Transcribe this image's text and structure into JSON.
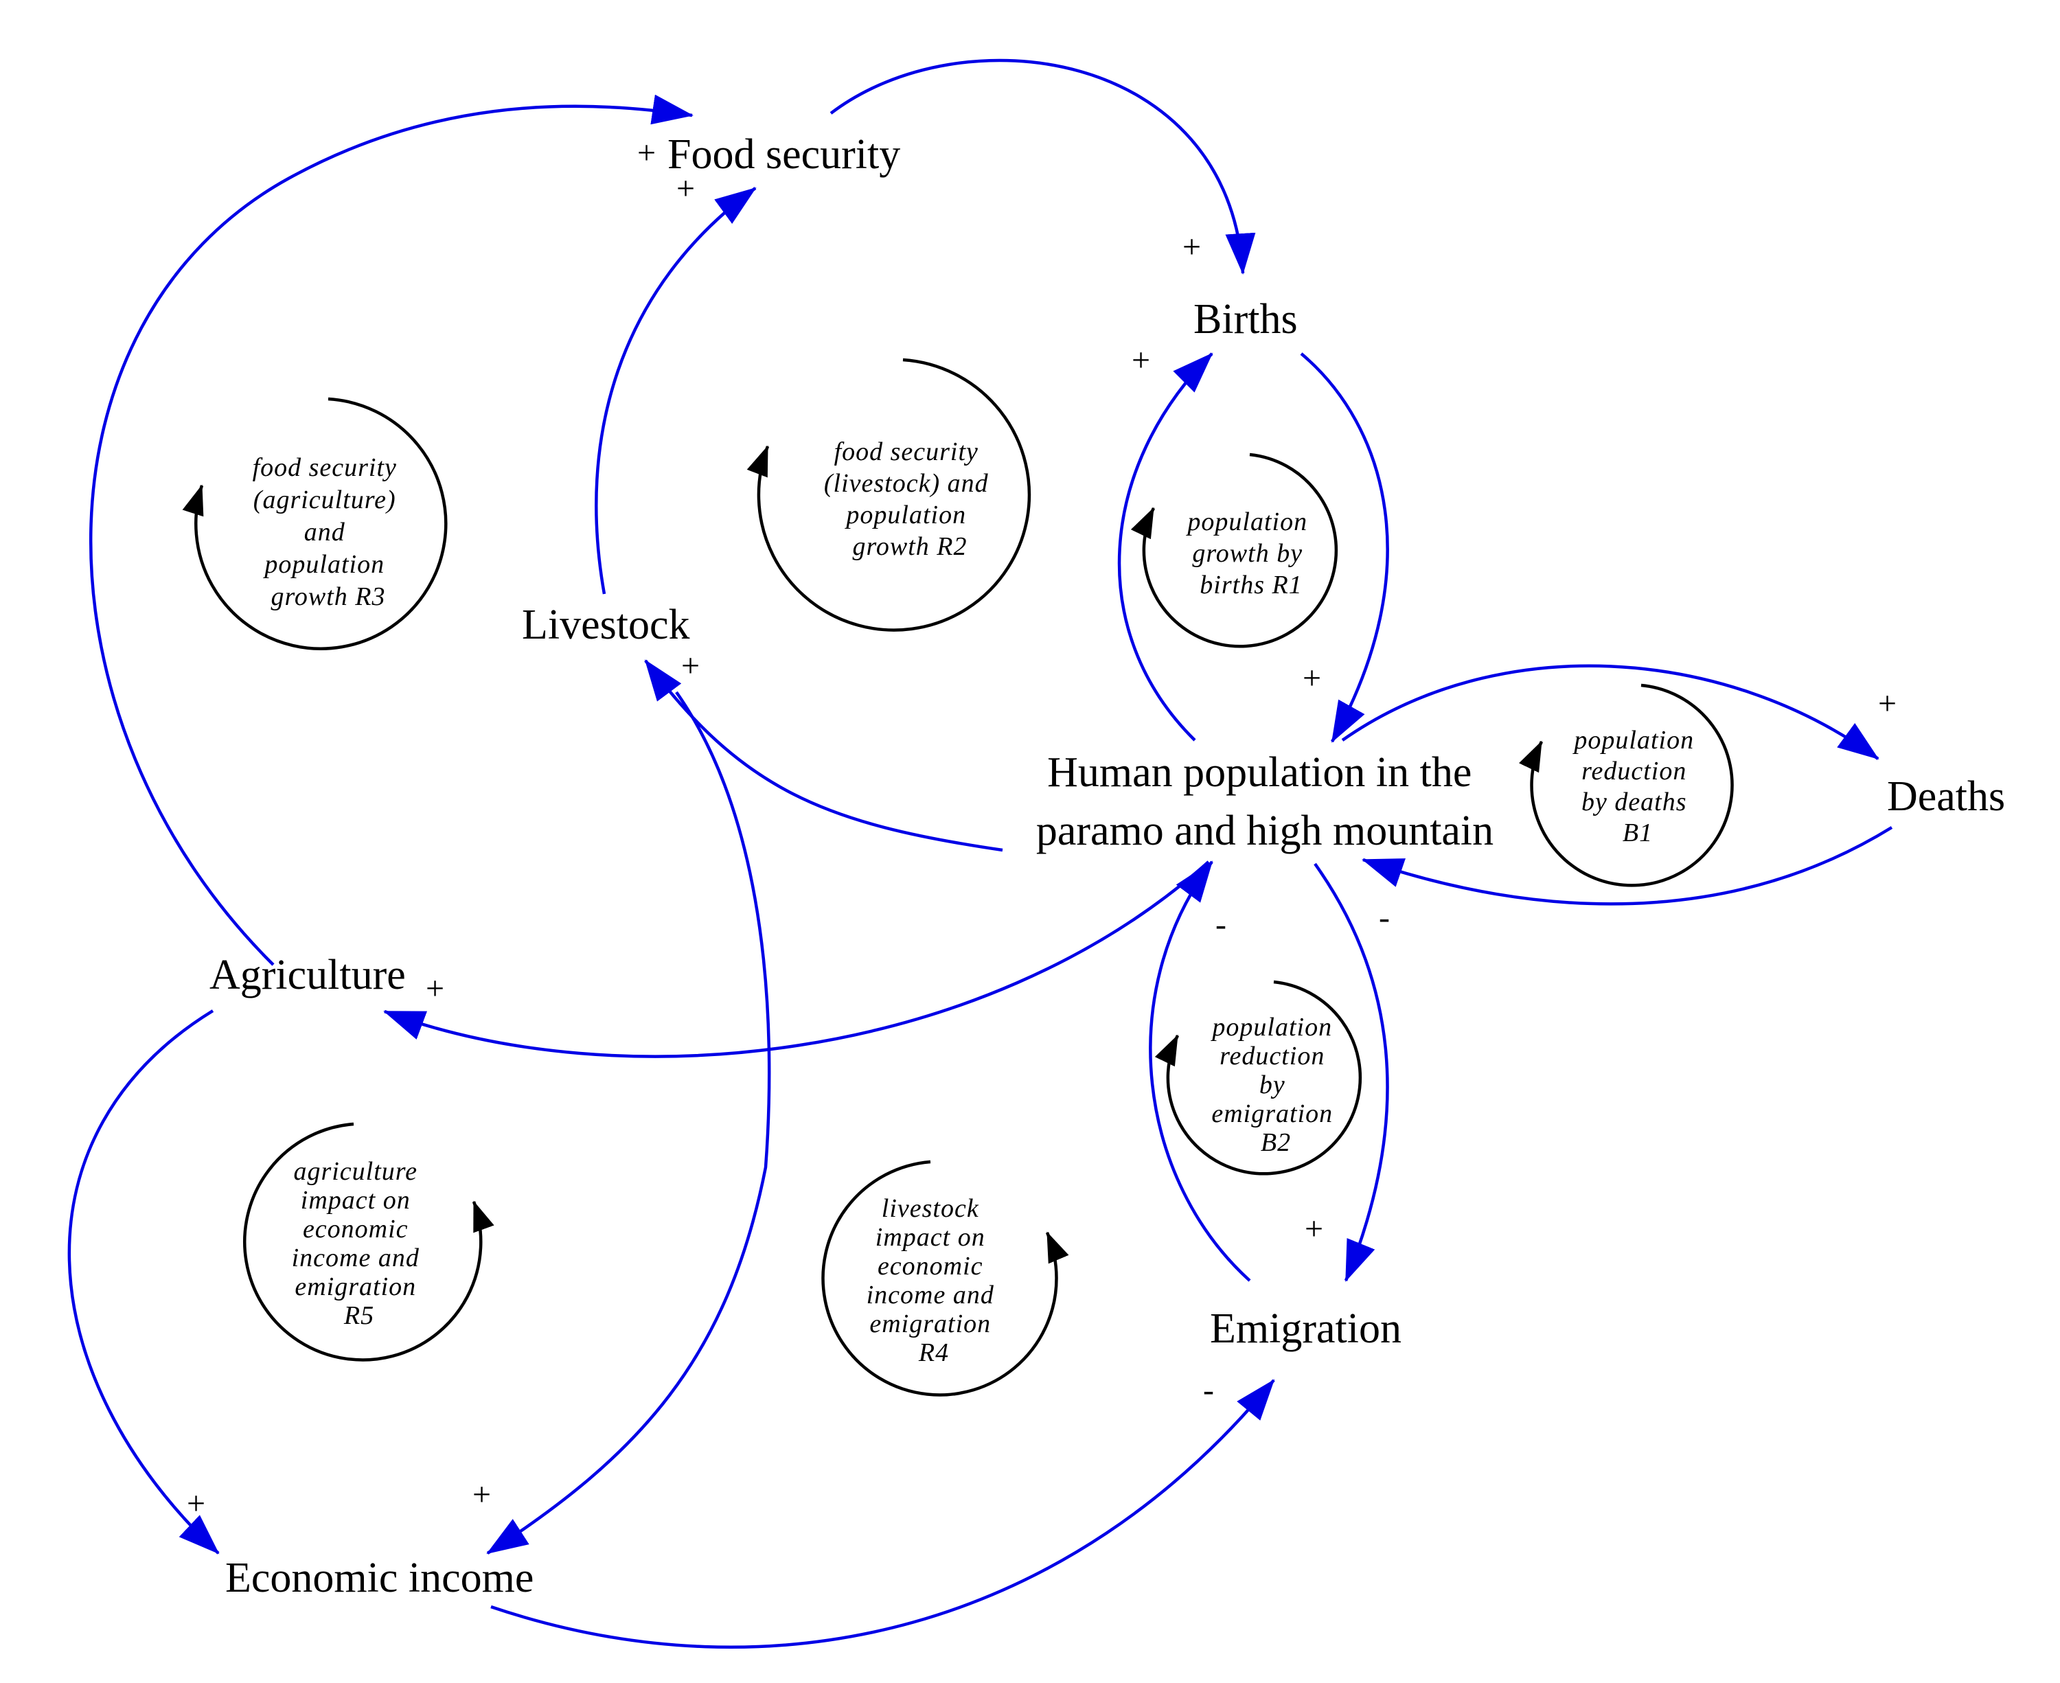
{
  "nodes": {
    "food_security": "Food security",
    "births": "Births",
    "livestock": "Livestock",
    "human_population": [
      "Human population in the",
      "paramo and high mountain"
    ],
    "deaths": "Deaths",
    "agriculture": "Agriculture",
    "emigration": "Emigration",
    "economic_income": "Economic income"
  },
  "loops": {
    "r3": [
      "food security",
      "(agriculture)",
      "and",
      "population",
      "growth R3"
    ],
    "r2": [
      "food security",
      "(livestock) and",
      "population",
      "growth R2"
    ],
    "r1": [
      "population",
      "growth by",
      "births R1"
    ],
    "b1": [
      "population",
      "reduction",
      "by deaths",
      "B1"
    ],
    "b2": [
      "population",
      "reduction",
      "by",
      "emigration",
      "B2"
    ],
    "r5": [
      "agriculture",
      "impact on",
      "economic",
      "income and",
      "emigration",
      "R5"
    ],
    "r4": [
      "livestock",
      "impact on",
      "economic",
      "income and",
      "emigration",
      "R4"
    ]
  },
  "polarities": {
    "agri_to_food": "+",
    "livestock_to_food": "+",
    "food_to_births": "+",
    "pop_to_births": "+",
    "births_to_pop": "+",
    "pop_to_livestock": "+",
    "pop_to_deaths": "+",
    "deaths_to_pop": "-",
    "emig_to_pop": "-",
    "pop_to_agri": "+",
    "pop_to_emig": "+",
    "income_to_emig": "-",
    "agri_to_income": "+",
    "livestock_to_income": "+"
  },
  "colors": {
    "link": "#0000e6",
    "loop": "#000000"
  }
}
